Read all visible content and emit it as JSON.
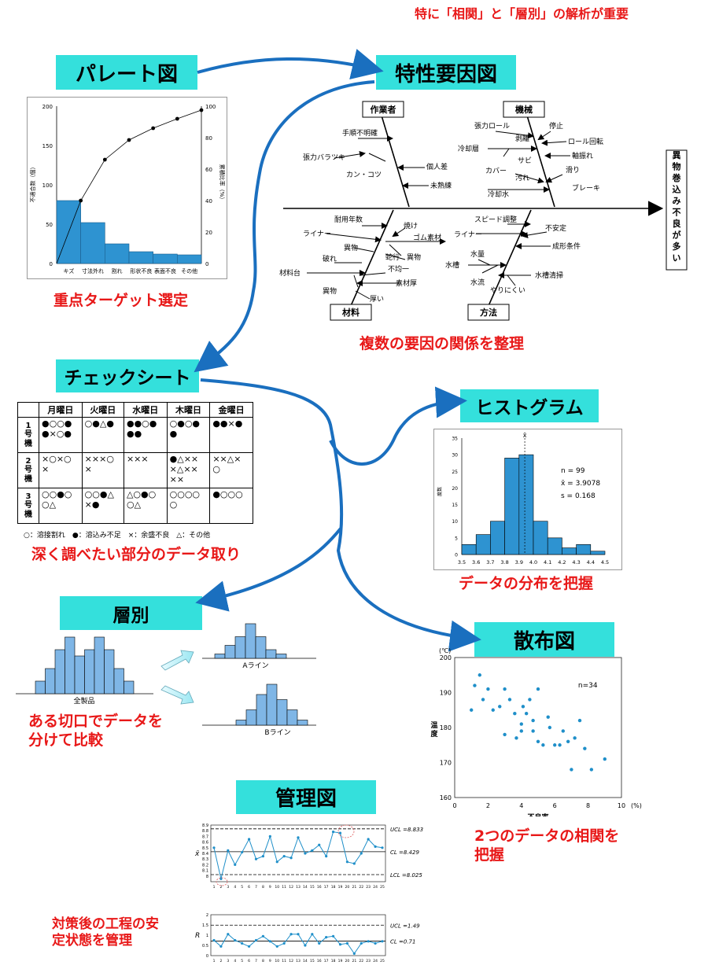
{
  "header_note": "特に「相関」と「層別」の解析が重要",
  "sections": {
    "pareto": {
      "title": "パレート図",
      "caption": "重点ターゲット選定"
    },
    "fishbone": {
      "title": "特性要因図",
      "caption": "複数の要因の関係を整理"
    },
    "checksheet": {
      "title": "チェックシート",
      "caption": "深く調べたい部分のデータ取り"
    },
    "histogram": {
      "title": "ヒストグラム",
      "caption": "データの分布を把握"
    },
    "stratification": {
      "title": "層別",
      "caption": "ある切口でデータを分けて比較"
    },
    "scatter": {
      "title": "散布図",
      "caption": "2つのデータの相関を把握"
    },
    "control": {
      "title": "管理図",
      "caption": "対策後の工程の安定状態を管理"
    }
  },
  "pareto_chart": {
    "ylabel_left": "不適合数（個）",
    "ylabel_right": "累積比率（%）",
    "yticks_left": [
      "0",
      "50",
      "100",
      "150",
      "200"
    ],
    "yticks_right": [
      "0",
      "20",
      "40",
      "60",
      "80",
      "100"
    ]
  },
  "fishbone_chart": {
    "effect": "異物巻込み不良が多い",
    "categories": [
      "作業者",
      "機械",
      "材料",
      "方法"
    ],
    "causes": {
      "worker": [
        "手順不明確",
        "張力バラツキ",
        "カン・コツ",
        "個人差",
        "未熟練"
      ],
      "machine": [
        "張力ロール",
        "停止",
        "剥離",
        "ロール回転",
        "冷却層",
        "軸振れ",
        "サビ",
        "カバー",
        "汚れ",
        "滑り",
        "冷却水",
        "ブレーキ"
      ],
      "material": [
        "耐用年数",
        "焼け",
        "ライナー",
        "ゴム素材",
        "異物",
        "蛇行",
        "異物",
        "破れ",
        "不均一",
        "材料台",
        "素材厚",
        "異物",
        "厚い"
      ],
      "method": [
        "スピード調整",
        "ライナー",
        "不安定",
        "成形条件",
        "水量",
        "水槽",
        "水流",
        "水槽清掃",
        "やりにくい"
      ]
    }
  },
  "checksheet_table": {
    "headers": [
      "",
      "月曜日",
      "火曜日",
      "水曜日",
      "木曜日",
      "金曜日"
    ],
    "rows": [
      {
        "label": "1号機",
        "cells": [
          "●○○●\n●×○●",
          "○●△●",
          "●●○●\n●●",
          "○●○●\n●",
          "●●×●"
        ]
      },
      {
        "label": "2号機",
        "cells": [
          "×○×○\n×",
          "×××○\n×",
          "×××",
          "●△××\n×△××\n××",
          "××△×\n○"
        ]
      },
      {
        "label": "3号機",
        "cells": [
          "○○●○\n○△",
          "○○●△\n×●",
          "△○●○\n○△",
          "○○○○\n○",
          "●○○○"
        ]
      }
    ],
    "legend": "○：溶接割れ　●：溶込み不足　×：余盛不良　△：その他"
  },
  "chart_data": [
    {
      "type": "bar",
      "id": "pareto",
      "categories": [
        "キズ",
        "寸法外れ",
        "割れ",
        "形状不良",
        "表面不良",
        "その他"
      ],
      "values": [
        80,
        52,
        25,
        15,
        12,
        11
      ],
      "cumulative_percent": [
        40,
        66,
        78.5,
        86,
        92,
        97.5
      ],
      "ylim": [
        0,
        200
      ],
      "y2lim": [
        0,
        100
      ]
    },
    {
      "type": "bar",
      "id": "histogram",
      "categories": [
        "3.5",
        "3.6",
        "3.7",
        "3.8",
        "3.9",
        "4.0",
        "4.1",
        "4.2",
        "4.3",
        "4.4",
        "4.5"
      ],
      "values": [
        3,
        6,
        10,
        29,
        30,
        10,
        5,
        2,
        3,
        1
      ],
      "ylim": [
        0,
        35
      ],
      "yticks": [
        "0",
        "5",
        "10",
        "15",
        "20",
        "25",
        "30",
        "35"
      ],
      "ylabel": "度数",
      "mean_label": "x̄",
      "stats": [
        "n = 99",
        "x̄ = 3.9078",
        "s = 0.168"
      ]
    },
    {
      "type": "scatter",
      "id": "scatter",
      "xlabel": "不良率",
      "xunit": "(%)",
      "ylabel": "温度",
      "yunit": "(℃)",
      "xlim": [
        0,
        10
      ],
      "ylim": [
        160,
        200
      ],
      "xticks": [
        "0",
        "2",
        "4",
        "6",
        "8",
        "10"
      ],
      "yticks": [
        "160",
        "170",
        "180",
        "190",
        "200"
      ],
      "annotation": "n=34",
      "points": [
        [
          1,
          185
        ],
        [
          1.2,
          192
        ],
        [
          1.5,
          195
        ],
        [
          1.7,
          188
        ],
        [
          2,
          191
        ],
        [
          2.3,
          185
        ],
        [
          2.7,
          186
        ],
        [
          3,
          178
        ],
        [
          3,
          191
        ],
        [
          3.3,
          188
        ],
        [
          3.6,
          184
        ],
        [
          3.7,
          177
        ],
        [
          4,
          181
        ],
        [
          4,
          179
        ],
        [
          4.1,
          186
        ],
        [
          4.3,
          184
        ],
        [
          4.5,
          188
        ],
        [
          4.7,
          182
        ],
        [
          4.7,
          179
        ],
        [
          5,
          191
        ],
        [
          5,
          176
        ],
        [
          5.3,
          175
        ],
        [
          5.6,
          183
        ],
        [
          5.7,
          180
        ],
        [
          6,
          175
        ],
        [
          6.3,
          175
        ],
        [
          6.5,
          179
        ],
        [
          6.8,
          176
        ],
        [
          7,
          168
        ],
        [
          7.2,
          177
        ],
        [
          7.5,
          182
        ],
        [
          7.8,
          174
        ],
        [
          8.2,
          168
        ],
        [
          9,
          171
        ]
      ]
    },
    {
      "type": "bar",
      "id": "strat_all",
      "label": "全製品",
      "values": [
        2,
        4,
        7,
        9,
        6,
        7,
        9,
        7,
        4,
        2
      ]
    },
    {
      "type": "bar",
      "id": "strat_a",
      "label": "Aライン",
      "values": [
        1,
        3,
        5,
        8,
        5,
        2,
        1
      ]
    },
    {
      "type": "bar",
      "id": "strat_b",
      "label": "Bライン",
      "values": [
        1,
        3,
        6,
        8,
        5,
        3,
        1
      ]
    },
    {
      "type": "line",
      "id": "xbar",
      "ylabel": "x̄",
      "ylim": [
        7.9,
        8.9
      ],
      "yticks": [
        "8",
        "8.1",
        "8.2",
        "8.3",
        "8.4",
        "8.5",
        "8.6",
        "8.7",
        "8.8",
        "8.9"
      ],
      "x": [
        "1",
        "2",
        "3",
        "4",
        "5",
        "6",
        "7",
        "8",
        "9",
        "10",
        "11",
        "12",
        "13",
        "14",
        "15",
        "16",
        "17",
        "18",
        "19",
        "20",
        "21",
        "22",
        "23",
        "24",
        "25"
      ],
      "values": [
        8.5,
        7.95,
        8.45,
        8.2,
        8.42,
        8.65,
        8.3,
        8.35,
        8.7,
        8.25,
        8.35,
        8.32,
        8.68,
        8.4,
        8.45,
        8.55,
        8.35,
        8.78,
        8.76,
        8.25,
        8.22,
        8.4,
        8.65,
        8.52,
        8.5
      ],
      "limits": {
        "UCL": "UCL =8.833",
        "CL": "CL =8.429",
        "LCL": "LCL =8.025"
      },
      "limit_values": {
        "UCL": 8.833,
        "CL": 8.429,
        "LCL": 8.025
      }
    },
    {
      "type": "line",
      "id": "range",
      "ylabel": "R",
      "ylim": [
        0,
        2
      ],
      "yticks": [
        "0",
        "0.5",
        "1",
        "1.5",
        "2"
      ],
      "x": [
        "1",
        "2",
        "3",
        "4",
        "5",
        "6",
        "7",
        "8",
        "9",
        "10",
        "11",
        "12",
        "13",
        "14",
        "15",
        "16",
        "17",
        "18",
        "19",
        "20",
        "21",
        "22",
        "23",
        "24",
        "25"
      ],
      "values": [
        0.75,
        0.45,
        1.05,
        0.75,
        0.6,
        0.45,
        0.75,
        0.95,
        0.7,
        0.45,
        0.6,
        1.05,
        1.05,
        0.5,
        1.05,
        0.6,
        0.9,
        0.95,
        0.55,
        0.6,
        0.1,
        0.6,
        0.7,
        0.6,
        0.7
      ],
      "limits": {
        "UCL": "UCL =1.49",
        "CL": "CL =0.71"
      },
      "limit_values": {
        "UCL": 1.49,
        "CL": 0.71
      }
    }
  ]
}
